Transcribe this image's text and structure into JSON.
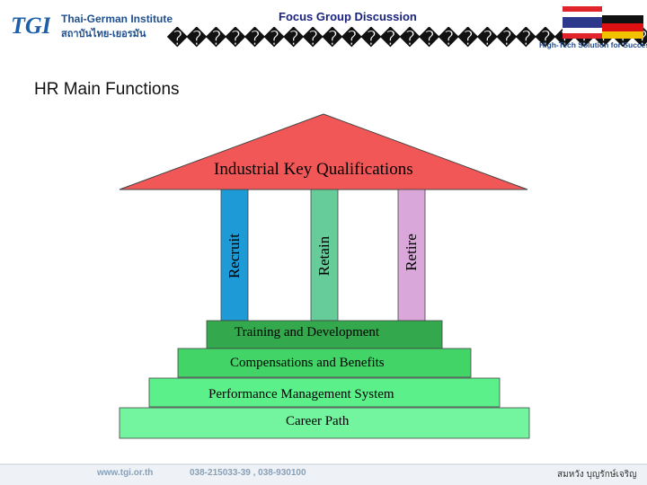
{
  "header": {
    "logo_mark": "TGI",
    "institute_en": "Thai-German Institute",
    "institute_th": "สถาบันไทย-เยอรมัน",
    "event_title": "Focus Group Discussion",
    "garbled_text": "����������������������������������������",
    "tagline": "High-Tech Solution for Success"
  },
  "slide": {
    "title": "HR Main Functions"
  },
  "diagram": {
    "roof_label": "Industrial Key Qualifications",
    "pillars": [
      "Recruit",
      "Retain",
      "Retire"
    ],
    "steps": [
      "Training and Development",
      "Compensations and Benefits",
      "Performance Management System",
      "Career Path"
    ],
    "colors": {
      "roof": "#f25757",
      "pillar_recruit": "#1e9ad6",
      "pillar_retain": "#66cc99",
      "pillar_retire": "#d9a7d9",
      "step_training": "#33a84d",
      "step_comp": "#43d468",
      "step_perf": "#5cf08a",
      "step_career": "#73f5a0"
    }
  },
  "footer": {
    "website": "www.tgi.or.th",
    "phone": "038-215033-39 , 038-930100",
    "presenter": "สมหวัง  บุญรักษ์เจริญ"
  }
}
